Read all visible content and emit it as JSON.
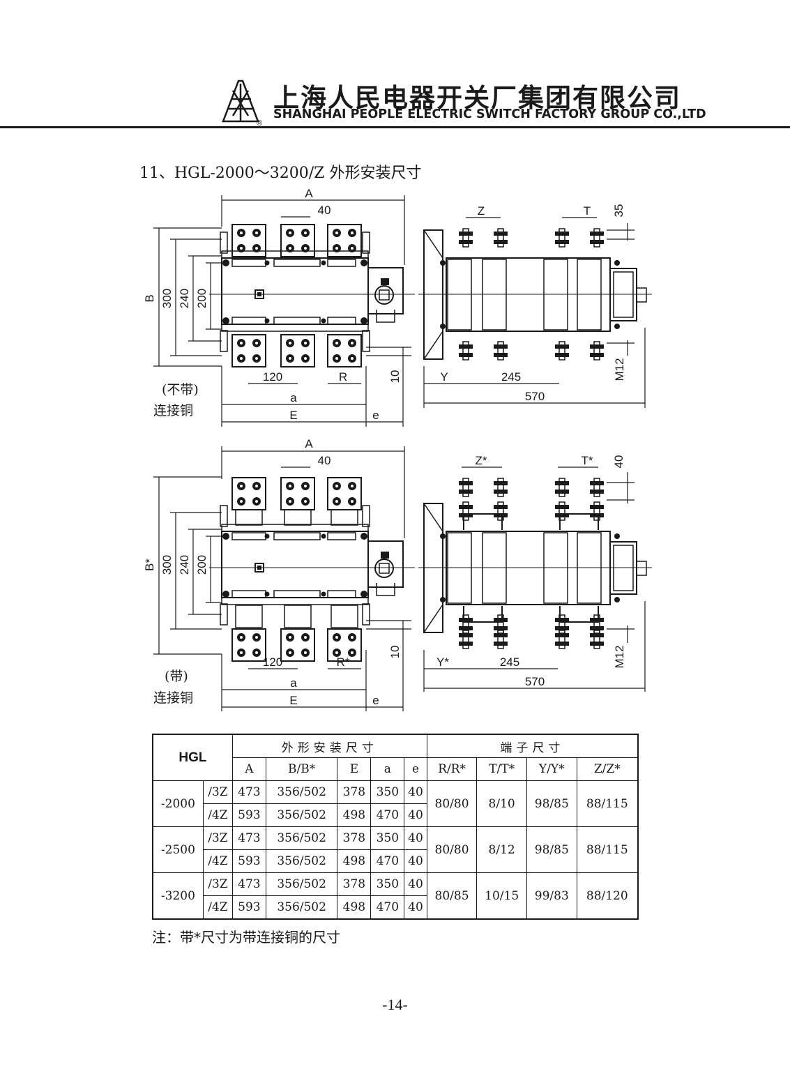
{
  "header": {
    "company_cn": "上海人民电器开关厂集团有限公司",
    "company_en": "SHANGHAI PEOPLE ELECTRIC SWITCH FACTORY GROUP CO.,LTD"
  },
  "section_title": "11、HGL-2000～3200/Z 外形安装尺寸",
  "drawings": {
    "top": {
      "caption_line1": "(不带)",
      "caption_line2": "连接铜",
      "front": {
        "A": "A",
        "d40": "40",
        "B": "B",
        "d300": "300",
        "d240": "240",
        "d200": "200",
        "d120": "120",
        "R": "R",
        "d10": "10",
        "a": "a",
        "E": "E",
        "e": "e"
      },
      "side": {
        "Z": "Z",
        "T": "T",
        "d35": "35",
        "Y": "Y",
        "d245": "245",
        "d570": "570",
        "M12": "M12"
      }
    },
    "bottom": {
      "caption_line1": "(带)",
      "caption_line2": "连接铜",
      "front": {
        "A": "A",
        "d40": "40",
        "B": "B*",
        "d300": "300",
        "d240": "240",
        "d200": "200",
        "d120": "120",
        "R": "R*",
        "d10": "10",
        "a": "a",
        "E": "E",
        "e": "e"
      },
      "side": {
        "Z": "Z*",
        "T": "T*",
        "d40": "40",
        "Y": "Y*",
        "d245": "245",
        "d570": "570",
        "M12": "M12"
      }
    }
  },
  "table": {
    "model_header": "HGL",
    "group_outline": "外形安装尺寸",
    "group_terminal": "端子尺寸",
    "cols": [
      "A",
      "B/B*",
      "E",
      "a",
      "e",
      "R/R*",
      "T/T*",
      "Y/Y*",
      "Z/Z*"
    ],
    "rows": [
      {
        "model": "-2000",
        "variants": [
          {
            "pole": "/3Z",
            "A": "473",
            "B": "356/502",
            "E": "378",
            "a": "350",
            "e": "40"
          },
          {
            "pole": "/4Z",
            "A": "593",
            "B": "356/502",
            "E": "498",
            "a": "470",
            "e": "40"
          }
        ],
        "R": "80/80",
        "T": "8/10",
        "Y": "98/85",
        "Z": "88/115"
      },
      {
        "model": "-2500",
        "variants": [
          {
            "pole": "/3Z",
            "A": "473",
            "B": "356/502",
            "E": "378",
            "a": "350",
            "e": "40"
          },
          {
            "pole": "/4Z",
            "A": "593",
            "B": "356/502",
            "E": "498",
            "a": "470",
            "e": "40"
          }
        ],
        "R": "80/80",
        "T": "8/12",
        "Y": "98/85",
        "Z": "88/115"
      },
      {
        "model": "-3200",
        "variants": [
          {
            "pole": "/3Z",
            "A": "473",
            "B": "356/502",
            "E": "378",
            "a": "350",
            "e": "40"
          },
          {
            "pole": "/4Z",
            "A": "593",
            "B": "356/502",
            "E": "498",
            "a": "470",
            "e": "40"
          }
        ],
        "R": "80/85",
        "T": "10/15",
        "Y": "99/83",
        "Z": "88/120"
      }
    ]
  },
  "note": "注：带*尺寸为带连接铜的尺寸",
  "page_number": "-14-"
}
